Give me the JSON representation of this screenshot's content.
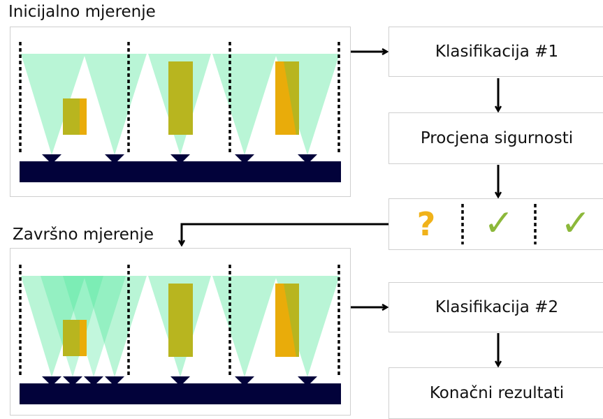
{
  "initial": {
    "title": "Inicijalno mjerenje"
  },
  "final": {
    "title": "Završno mjerenje"
  },
  "steps": {
    "classification1": "Klasifikacija #1",
    "confidence": "Procjena sigurnosti",
    "classification2": "Klasifikacija #2",
    "results": "Konačni rezultati"
  },
  "confidence_result": {
    "symbols": [
      "?",
      "✓",
      "✓"
    ],
    "colors": {
      "question": "#f0b21a",
      "check": "#8cb83a"
    }
  },
  "colors": {
    "sensor_base": "#02023a",
    "beam": "#b9f5d6",
    "beam_extra": "#4fe89e",
    "object": "#e9ac0a",
    "object_overlap": "#b8b51f"
  }
}
